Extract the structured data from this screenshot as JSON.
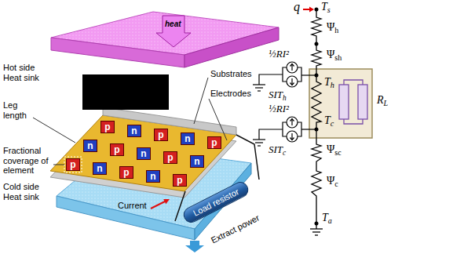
{
  "diagram": {
    "nodes": [
      {
        "text": [
          "p"
        ]
      },
      {
        "text": [
          "n"
        ]
      },
      {
        "text": [
          "p"
        ]
      },
      {
        "text": [
          "n"
        ]
      },
      {
        "text": [
          "p"
        ]
      },
      {
        "text": [
          "n"
        ]
      },
      {
        "text": [
          "p"
        ]
      },
      {
        "text": [
          "n"
        ]
      },
      {
        "text": [
          "p"
        ]
      },
      {
        "text": [
          "n"
        ]
      },
      {
        "text": [
          "p"
        ]
      },
      {
        "text": [
          "n"
        ]
      },
      {
        "text": [
          "p"
        ]
      },
      {
        "text": [
          "n"
        ]
      },
      {
        "text": [
          "p"
        ]
      },
      {
        "text": [
          "Load resistor"
        ]
      }
    ],
    "labels": [
      "Hot side Heat sink",
      "heat",
      "Substrates",
      "Electrodes",
      "Leg length",
      "Fractional coverage of element",
      "Cold side Heat sink",
      "Current",
      "Extract power",
      "q",
      "Ts",
      "Ψh",
      "Ψsh",
      "Th",
      "Tc",
      "Ψsc",
      "Ψc",
      "Ta",
      "½RI²",
      "SITh",
      "½RI²",
      "SITc",
      "RL"
    ]
  }
}
